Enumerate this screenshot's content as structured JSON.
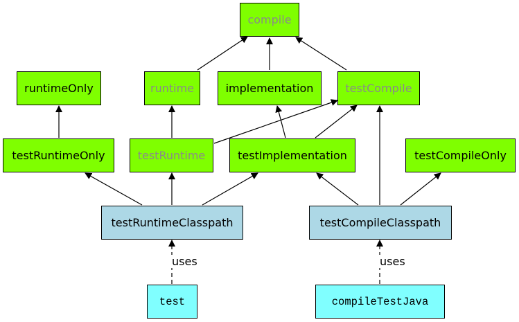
{
  "nodes": {
    "compile": "compile",
    "runtimeOnly": "runtimeOnly",
    "runtime": "runtime",
    "implementation": "implementation",
    "testCompile": "testCompile",
    "testRuntimeOnly": "testRuntimeOnly",
    "testRuntime": "testRuntime",
    "testImplementation": "testImplementation",
    "testCompileOnly": "testCompileOnly",
    "testRuntimeClasspath": "testRuntimeClasspath",
    "testCompileClasspath": "testCompileClasspath",
    "test": "test",
    "compileTestJava": "compileTestJava"
  },
  "edge_labels": {
    "uses_left": "uses",
    "uses_right": "uses"
  },
  "colors": {
    "configuration": "#7fff00",
    "deprecated_text": "#8a8a8a",
    "classpath": "#add8e6",
    "task": "#80ffff"
  }
}
